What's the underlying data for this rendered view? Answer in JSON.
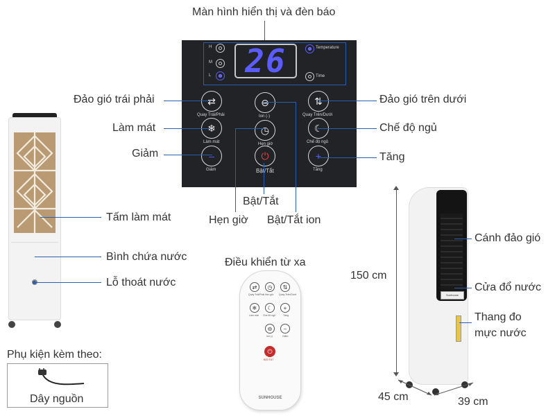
{
  "colors": {
    "callout": "#2a5fb0",
    "panel_bg": "#222327",
    "display_digits": "#5a5cff",
    "power_red": "#c62a2a"
  },
  "labels": {
    "display": "Màn hình hiển thị và đèn báo",
    "swing_lr": "Đảo gió trái phải",
    "cool": "Làm mát",
    "decrease": "Giảm",
    "swing_ud": "Đảo gió trên dưới",
    "sleep": "Chế độ ngủ",
    "increase": "Tăng",
    "power": "Bật/Tắt",
    "timer": "Hẹn giờ",
    "ion": "Bật/Tắt ion",
    "pad": "Tấm làm mát",
    "tank": "Bình chứa nước",
    "drain": "Lỗ thoát nước",
    "accessory_title": "Phụ kiện kèm theo:",
    "cable": "Dây nguồn",
    "remote": "Điều khiển từ xa",
    "height": "150 cm",
    "louver": "Cánh đảo gió",
    "fill": "Cửa đổ nước",
    "gauge_1": "Thang đo",
    "gauge_2": "mực nước",
    "depth": "45 cm",
    "width": "39 cm"
  },
  "panel": {
    "display_value": "26",
    "speed": [
      "H",
      "M",
      "L"
    ],
    "temperature": "Temperature",
    "time": "Time",
    "btn_swing_lr": "Quay Trái/Phải",
    "btn_ion": "Ion (-)",
    "btn_swing_ud": "Quay Trên/Dưới",
    "btn_cool": "Làm mát",
    "btn_timer": "Hẹn giờ",
    "btn_sleep": "Chế độ ngủ",
    "btn_dec": "Giảm",
    "btn_power": "Bật/Tắt",
    "btn_inc": "Tăng"
  },
  "remote": {
    "b1": "Quay Trái/Phải",
    "b2": "Hẹn giờ",
    "b3": "Quay Trên/Dưới",
    "b4": "Làm mát",
    "b5": "Chế độ ngủ",
    "b6": "Tăng",
    "b7": "Ion (-)",
    "b8": "Giảm",
    "power": "BẬT/TẮT",
    "brand": "SUNHOUSE"
  },
  "product_text": {
    "fill_label": "Sunhouse"
  }
}
